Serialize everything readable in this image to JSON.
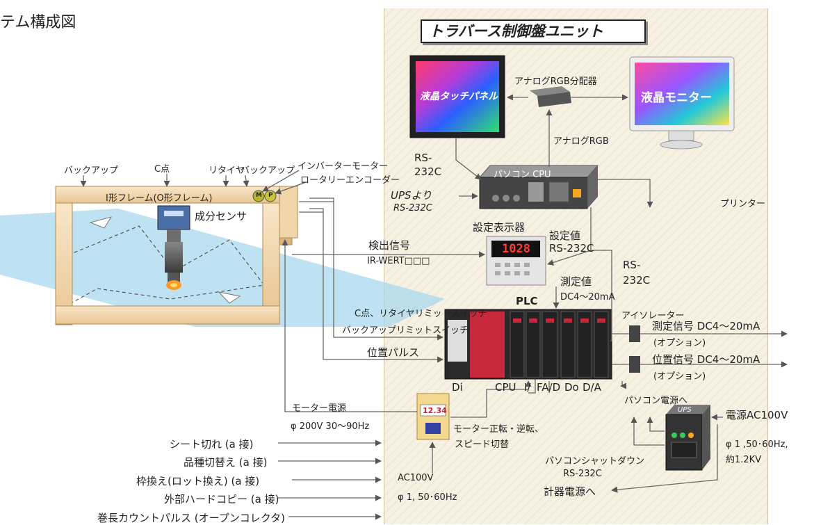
{
  "page_title": "テム構成図",
  "unit_title": "トラバース制御盤ユニット",
  "devices": {
    "touch_panel": "液晶タッチパネル",
    "monitor": "液晶モニター",
    "rgb_splitter": "アナログRGB分配器",
    "analog_rgb": "アナログRGB",
    "pc_cpu": "パソコン CPU",
    "printer": "プリンター",
    "setting_display": "設定表示器",
    "display_value": "1028",
    "plc": "PLC",
    "ups": "UPS",
    "isolator": "アイソレーター",
    "counter_value": "12.34"
  },
  "plc_modules": {
    "di": "Di",
    "cpu": "CPU",
    "i": "I/",
    "fa": "FA/D",
    "do": "Do",
    "da": "D/A"
  },
  "frame": {
    "backup_left": "バックアップ",
    "c_point": "C点",
    "retire": "リタイヤ",
    "backup_right": "バックアップ",
    "inverter_motor": "インバーターモーター",
    "rotary_encoder": "ロータリーエンコーダー",
    "frame_label": "I形フレーム(O形フレーム)",
    "sensor": "成分センサ",
    "motor_m": "M",
    "encoder_p": "P"
  },
  "signals": {
    "rs232c_1_line1": "RS-",
    "rs232c_1_line2": "232C",
    "ups_from": "UPSより",
    "ups_rs": "RS-232C",
    "setting_value": "設定値",
    "setting_rs": "RS-232C",
    "detect_signal": "検出信号",
    "ir_wert": "IR-WERT□□□",
    "rs232c_2_line1": "RS-",
    "rs232c_2_line2": "232C",
    "measure_value": "測定値",
    "measure_dc": "DC4〜20mA",
    "c_limit": "C点、リタイヤリミットスイッチ",
    "backup_limit": "バックアップリミットスイッチ",
    "position_pulse": "位置パルス",
    "measure_signal": "測定信号 DC4〜20mA",
    "option_1": "(オプション)",
    "position_signal": "位置信号 DC4〜20mA",
    "option_2": "(オプション)",
    "motor_power": "モーター電源",
    "motor_spec": "φ 200V 30〜90Hz",
    "motor_control_1": "モーター正転・逆転、",
    "motor_control_2": "スピード切替",
    "pc_power": "パソコン電源へ",
    "power_ac": "電源AC100V",
    "power_spec_1": "φ 1 ,50･60Hz,",
    "power_spec_2": "約1.2KV",
    "pc_shutdown": "パソコンシャットダウン",
    "shutdown_rs": "RS-232C",
    "ac100_1": "AC100V",
    "ac100_2": "φ 1, 50･60Hz",
    "meter_power": "計器電源へ"
  },
  "inputs": [
    "シート切れ (a 接)",
    "品種切替え (a 接)",
    "枠換え(ロット換え) (a 接)",
    "外部ハードコピー (a 接)",
    "巻長カウントパルス (オープンコレクタ)"
  ],
  "colors": {
    "panel_bg": "#f6f1e3",
    "line": "#666666",
    "plc_red": "#c8283c",
    "glass": "#a9d8ee"
  }
}
